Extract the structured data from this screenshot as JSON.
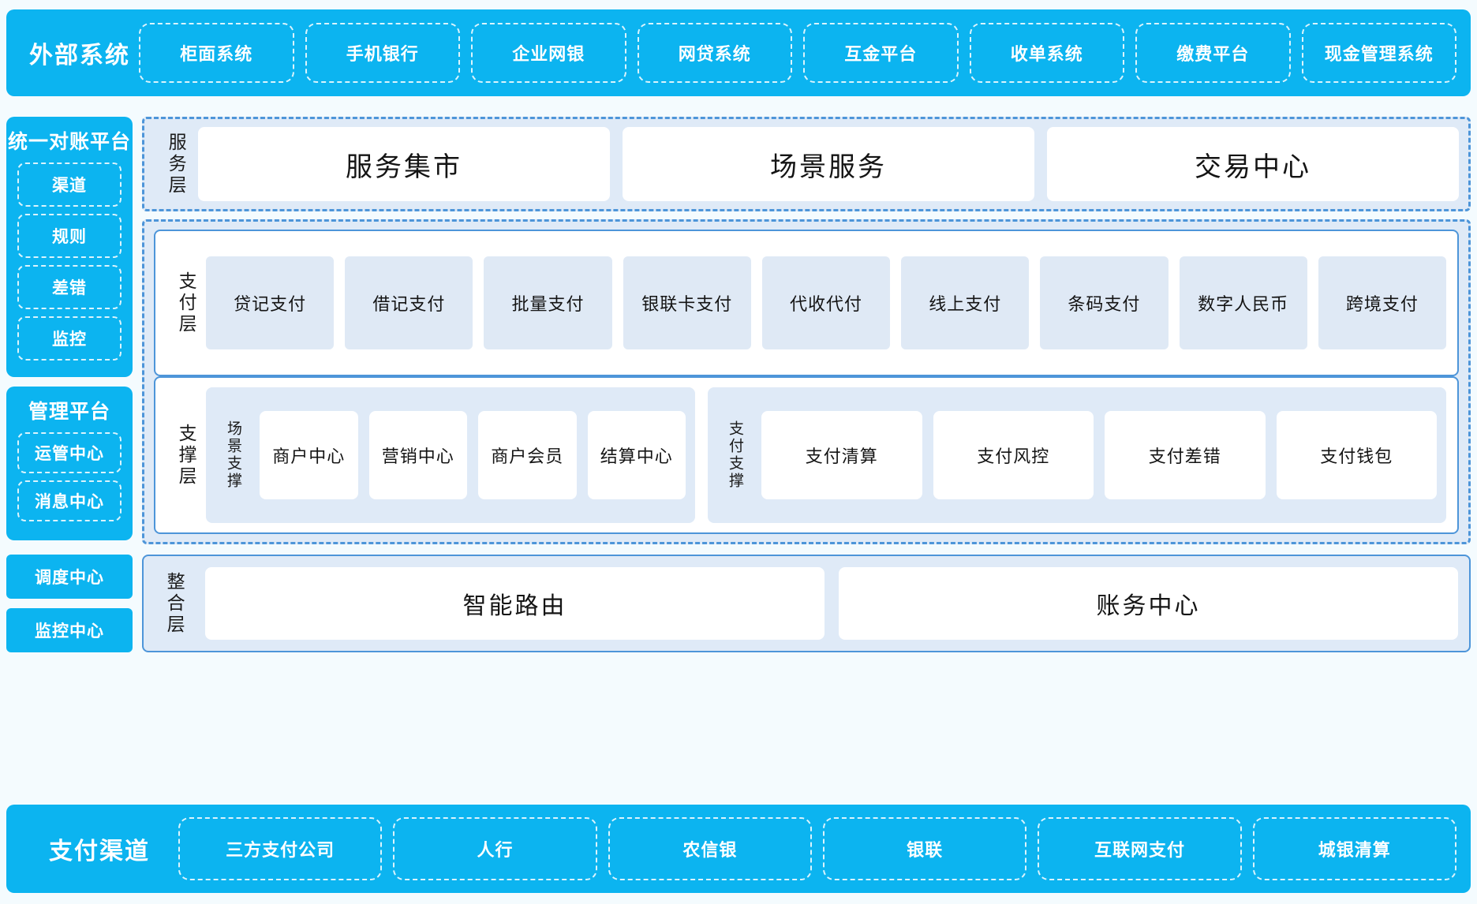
{
  "external_systems": {
    "title": "外部系统",
    "items": [
      "柜面系统",
      "手机银行",
      "企业网银",
      "网贷系统",
      "互金平台",
      "收单系统",
      "缴费平台",
      "现金管理系统"
    ]
  },
  "sidebar": {
    "reconciliation": {
      "title": "统一对账平台",
      "items": [
        "渠道",
        "规则",
        "差错",
        "监控"
      ]
    },
    "management": {
      "title": "管理平台",
      "items": [
        "运管中心",
        "消息中心"
      ]
    },
    "standalone": [
      {
        "label": "调度中心"
      },
      {
        "label": "监控中心"
      }
    ]
  },
  "service_layer": {
    "label": "服务层",
    "cards": [
      "服务集市",
      "场景服务",
      "交易中心"
    ]
  },
  "payment_layer": {
    "label": "支付层",
    "cards": [
      "贷记支付",
      "借记支付",
      "批量支付",
      "银联卡支付",
      "代收代付",
      "线上支付",
      "条码支付",
      "数字人民币",
      "跨境支付"
    ]
  },
  "support_layer": {
    "label": "支撑层",
    "scene_support": {
      "label": "场景支撑",
      "cards": [
        "商户中心",
        "营销中心",
        "商户会员",
        "结算中心"
      ]
    },
    "payment_support": {
      "label": "支付支撑",
      "cards": [
        "支付清算",
        "支付风控",
        "支付差错",
        "支付钱包"
      ]
    }
  },
  "integration_layer": {
    "label": "整合层",
    "cards": [
      "智能路由",
      "账务中心"
    ]
  },
  "payment_channels": {
    "title": "支付渠道",
    "items": [
      "三方支付公司",
      "人行",
      "农信银",
      "银联",
      "互联网支付",
      "城银清算"
    ]
  },
  "colors": {
    "brand_cyan": "#0cb4f0",
    "dashed_blue": "#4d95d9",
    "panel_blue": "#dfeaf7",
    "chip_blue": "#dfe9f5",
    "page_bg": "#f4fbfe"
  }
}
